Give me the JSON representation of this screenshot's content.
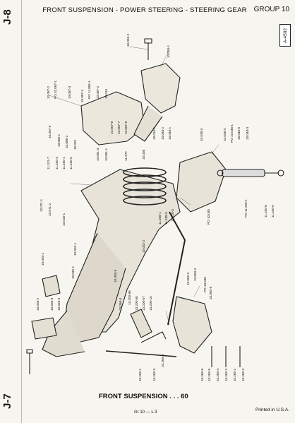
{
  "page": {
    "side_tab_top": "J-8",
    "side_tab_bottom": "J-7",
    "header_title": "FRONT SUSPENSION - POWER STEERING - STEERING GEAR",
    "group_label": "GROUP 10",
    "ref_box": "A-4502",
    "caption": "FRONT SUSPENSION . . . 60",
    "page_number": "Gr 10 — L 3",
    "printed": "Printed in U.S.A."
  },
  "part_labels": [
    "10.004-2",
    "10.004-1",
    "10.067-2",
    "PO 10.067-1",
    "10.087-3",
    "10.087-4",
    "PO 11.066-1",
    "10.087-2",
    "10.013",
    "10.087-5",
    "10.066-1",
    "10.066-2",
    "10.070",
    "10.067-6",
    "10.067-7",
    "10.067-8",
    "10.010-1",
    "10.048-2",
    "10.048-1",
    "10.048-3",
    "10.048-4",
    "PO 10.048-1",
    "10.048-5",
    "10.048-3",
    "11.201-7",
    "11.200-4",
    "11.200-1",
    "11.200-5",
    "10.061-3",
    "10.061-1",
    "11.272",
    "10.036",
    "11.208-1",
    "11.208-5",
    "11.210-3",
    "PO 10.045",
    "PO 11.200-1",
    "11.200-6",
    "11.200-5",
    "10.071-1",
    "10.071-2",
    "10.010-1",
    "10.002-1",
    "10.002-2",
    "10.003-1",
    "10.003-2",
    "10.003-3",
    "10.003-4",
    "10.050-3",
    "10.050-4",
    "PO 10.045",
    "10.050-5",
    "10.032-1",
    "10.003-5",
    "10.060-4",
    "13.200-56",
    "13.200-50",
    "13.200-57",
    "13.200-15",
    "10.260-4",
    "10.260-3",
    "10.260-1",
    "10.260-6",
    "10.260-5",
    "10.260-4",
    "10.260-2",
    "10.260-1",
    "10.260-3"
  ]
}
